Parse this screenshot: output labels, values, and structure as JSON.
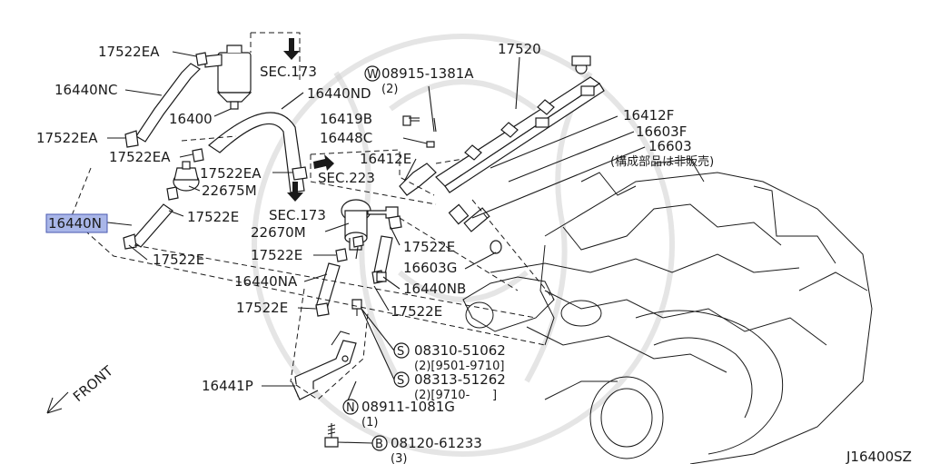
{
  "diagram": {
    "code": "J16400SZ",
    "front_label": "FRONT",
    "highlighted": "16440N",
    "labels": {
      "p17522ea_1": "17522EA",
      "p16440nc": "16440NC",
      "p16400": "16400",
      "p17522ea_2": "17522EA",
      "p17522ea_3": "17522EA",
      "p17522ea_4": "17522EA",
      "p22675m": "22675M",
      "p17522e_1": "17522E",
      "p16440n": "16440N",
      "p17522e_2": "17522E",
      "sec173_1": "SEC.173",
      "p16440nd": "16440ND",
      "sec173_2": "SEC.173",
      "p22670m": "22670M",
      "p17522e_3": "17522E",
      "p16440na": "16440NA",
      "p17522e_4": "17522E",
      "p16441p": "16441P",
      "w_bolt": "08915-1381A",
      "w_qty": "(2)",
      "p16419b": "16419B",
      "p16448c": "16448C",
      "p16412e": "16412E",
      "sec223": "SEC.223",
      "p17522e_5": "17522E",
      "p16603g": "16603G",
      "p16440nb": "16440NB",
      "p17522e_6": "17522E",
      "p17520": "17520",
      "p16412f": "16412F",
      "p16603f": "16603F",
      "p16603": "16603",
      "p16603_note": "(構成部品は非販売)",
      "s1_num": "08310-51062",
      "s1_sub": "(2)[9501-9710]",
      "s2_num": "08313-51262",
      "s2_sub": "(2)[9710-      ]",
      "n_num": "08911-1081G",
      "n_sub": "(1)",
      "b_num": "08120-61233",
      "b_sub": "(3)"
    },
    "prefix": {
      "w": "W",
      "s1": "S",
      "s2": "S",
      "n": "N",
      "b": "B"
    }
  }
}
